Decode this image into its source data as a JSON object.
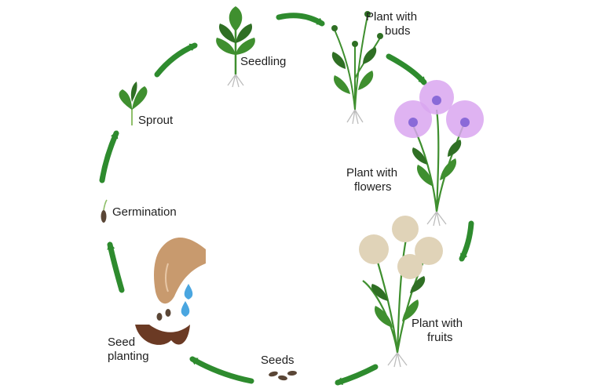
{
  "stages": {
    "seedling": "Seedling",
    "plant_with_buds": [
      "Plant with",
      "buds"
    ],
    "plant_with_flowers": [
      "Plant with",
      "flowers"
    ],
    "plant_with_fruits": [
      "Plant with",
      "fruits"
    ],
    "seeds": "Seeds",
    "seed_planting": [
      "Seed",
      "planting"
    ],
    "germination": "Germination",
    "sprout": "Sprout"
  },
  "colors": {
    "arrow": "#2e8b2e",
    "leaf": "#3f8f2f",
    "leaf_dark": "#2f6f24",
    "flower": "#d9a6f0",
    "flower_center": "#8a6ad8",
    "fruit": "#e0d3b8",
    "root": "#bdbdbd",
    "hand": "#c89a6e",
    "water": "#4aa6e0",
    "soil": "#6b3a24"
  }
}
